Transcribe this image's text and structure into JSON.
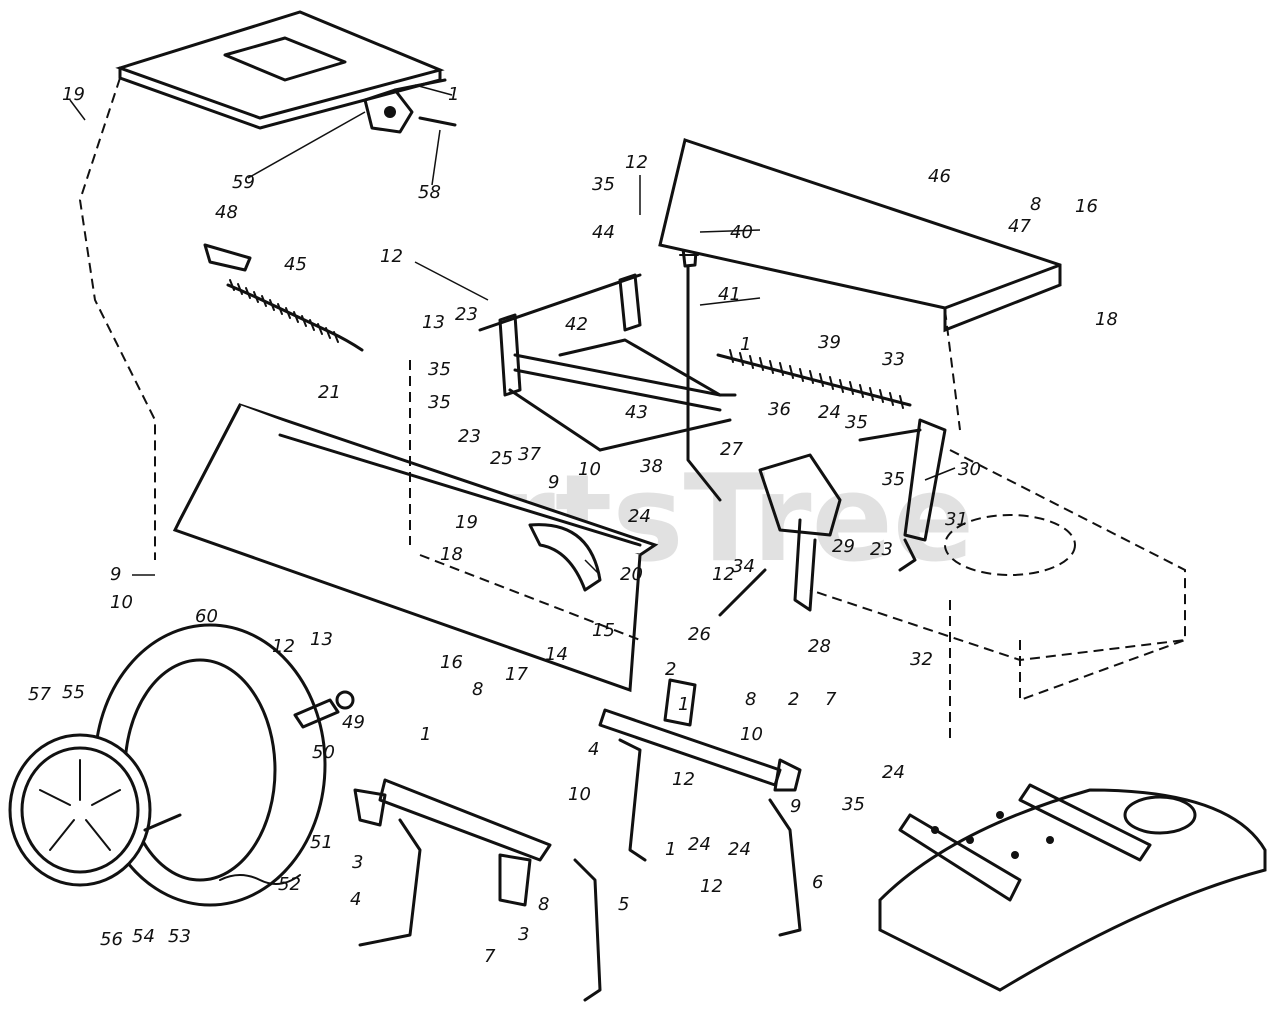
{
  "diagram": {
    "watermark": "PartsTree",
    "callouts": [
      {
        "id": "c19a",
        "label": "19"
      },
      {
        "id": "c59",
        "label": "59"
      },
      {
        "id": "c58",
        "label": "58"
      },
      {
        "id": "c1a",
        "label": "1"
      },
      {
        "id": "c48",
        "label": "48"
      },
      {
        "id": "c45",
        "label": "45"
      },
      {
        "id": "c12a",
        "label": "12"
      },
      {
        "id": "c35a",
        "label": "35"
      },
      {
        "id": "c12b",
        "label": "12"
      },
      {
        "id": "c44",
        "label": "44"
      },
      {
        "id": "c13a",
        "label": "13"
      },
      {
        "id": "c23a",
        "label": "23"
      },
      {
        "id": "c42",
        "label": "42"
      },
      {
        "id": "c35b",
        "label": "35"
      },
      {
        "id": "c35c",
        "label": "35"
      },
      {
        "id": "c23b",
        "label": "23"
      },
      {
        "id": "c43",
        "label": "43"
      },
      {
        "id": "c37",
        "label": "37"
      },
      {
        "id": "c21",
        "label": "21"
      },
      {
        "id": "c40",
        "label": "40"
      },
      {
        "id": "c41",
        "label": "41"
      },
      {
        "id": "c46",
        "label": "46"
      },
      {
        "id": "c8a",
        "label": "8"
      },
      {
        "id": "c16a",
        "label": "16"
      },
      {
        "id": "c47",
        "label": "47"
      },
      {
        "id": "c18a",
        "label": "18"
      },
      {
        "id": "c1b",
        "label": "1"
      },
      {
        "id": "c39",
        "label": "39"
      },
      {
        "id": "c33",
        "label": "33"
      },
      {
        "id": "c36",
        "label": "36"
      },
      {
        "id": "c24a",
        "label": "24"
      },
      {
        "id": "c35d",
        "label": "35"
      },
      {
        "id": "c25",
        "label": "25"
      },
      {
        "id": "c10a",
        "label": "10"
      },
      {
        "id": "c38",
        "label": "38"
      },
      {
        "id": "c27",
        "label": "27"
      },
      {
        "id": "c9a",
        "label": "9"
      },
      {
        "id": "c30",
        "label": "30"
      },
      {
        "id": "c35e",
        "label": "35"
      },
      {
        "id": "c24b",
        "label": "24"
      },
      {
        "id": "c19b",
        "label": "19"
      },
      {
        "id": "c29",
        "label": "29"
      },
      {
        "id": "c23c",
        "label": "23"
      },
      {
        "id": "c31",
        "label": "31"
      },
      {
        "id": "c12c",
        "label": "12"
      },
      {
        "id": "c20",
        "label": "20"
      },
      {
        "id": "c34",
        "label": "34"
      },
      {
        "id": "c18b",
        "label": "18"
      },
      {
        "id": "c9b",
        "label": "9"
      },
      {
        "id": "c10b",
        "label": "10"
      },
      {
        "id": "c60",
        "label": "60"
      },
      {
        "id": "c12d",
        "label": "12"
      },
      {
        "id": "c13b",
        "label": "13"
      },
      {
        "id": "c15",
        "label": "15"
      },
      {
        "id": "c26",
        "label": "26"
      },
      {
        "id": "c28",
        "label": "28"
      },
      {
        "id": "c32",
        "label": "32"
      },
      {
        "id": "c16b",
        "label": "16"
      },
      {
        "id": "c8b",
        "label": "8"
      },
      {
        "id": "c17",
        "label": "17"
      },
      {
        "id": "c14",
        "label": "14"
      },
      {
        "id": "c2a",
        "label": "2"
      },
      {
        "id": "c57",
        "label": "57"
      },
      {
        "id": "c55",
        "label": "55"
      },
      {
        "id": "c49",
        "label": "49"
      },
      {
        "id": "c50",
        "label": "50"
      },
      {
        "id": "c1c",
        "label": "1"
      },
      {
        "id": "c4a",
        "label": "4"
      },
      {
        "id": "c8c",
        "label": "8"
      },
      {
        "id": "c2b",
        "label": "2"
      },
      {
        "id": "c7a",
        "label": "7"
      },
      {
        "id": "c10c",
        "label": "10"
      },
      {
        "id": "c1d",
        "label": "1"
      },
      {
        "id": "c12e",
        "label": "12"
      },
      {
        "id": "c9c",
        "label": "9"
      },
      {
        "id": "c10d",
        "label": "10"
      },
      {
        "id": "c24c",
        "label": "24"
      },
      {
        "id": "c35f",
        "label": "35"
      },
      {
        "id": "c24d",
        "label": "24"
      },
      {
        "id": "c24e",
        "label": "24"
      },
      {
        "id": "c12f",
        "label": "12"
      },
      {
        "id": "c51",
        "label": "51"
      },
      {
        "id": "c3a",
        "label": "3"
      },
      {
        "id": "c52",
        "label": "52"
      },
      {
        "id": "c6",
        "label": "6"
      },
      {
        "id": "c4b",
        "label": "4"
      },
      {
        "id": "c8d",
        "label": "8"
      },
      {
        "id": "c5",
        "label": "5"
      },
      {
        "id": "c54",
        "label": "54"
      },
      {
        "id": "c53",
        "label": "53"
      },
      {
        "id": "c3b",
        "label": "3"
      },
      {
        "id": "c56",
        "label": "56"
      },
      {
        "id": "c7b",
        "label": "7"
      },
      {
        "id": "c1e",
        "label": "1"
      }
    ]
  }
}
